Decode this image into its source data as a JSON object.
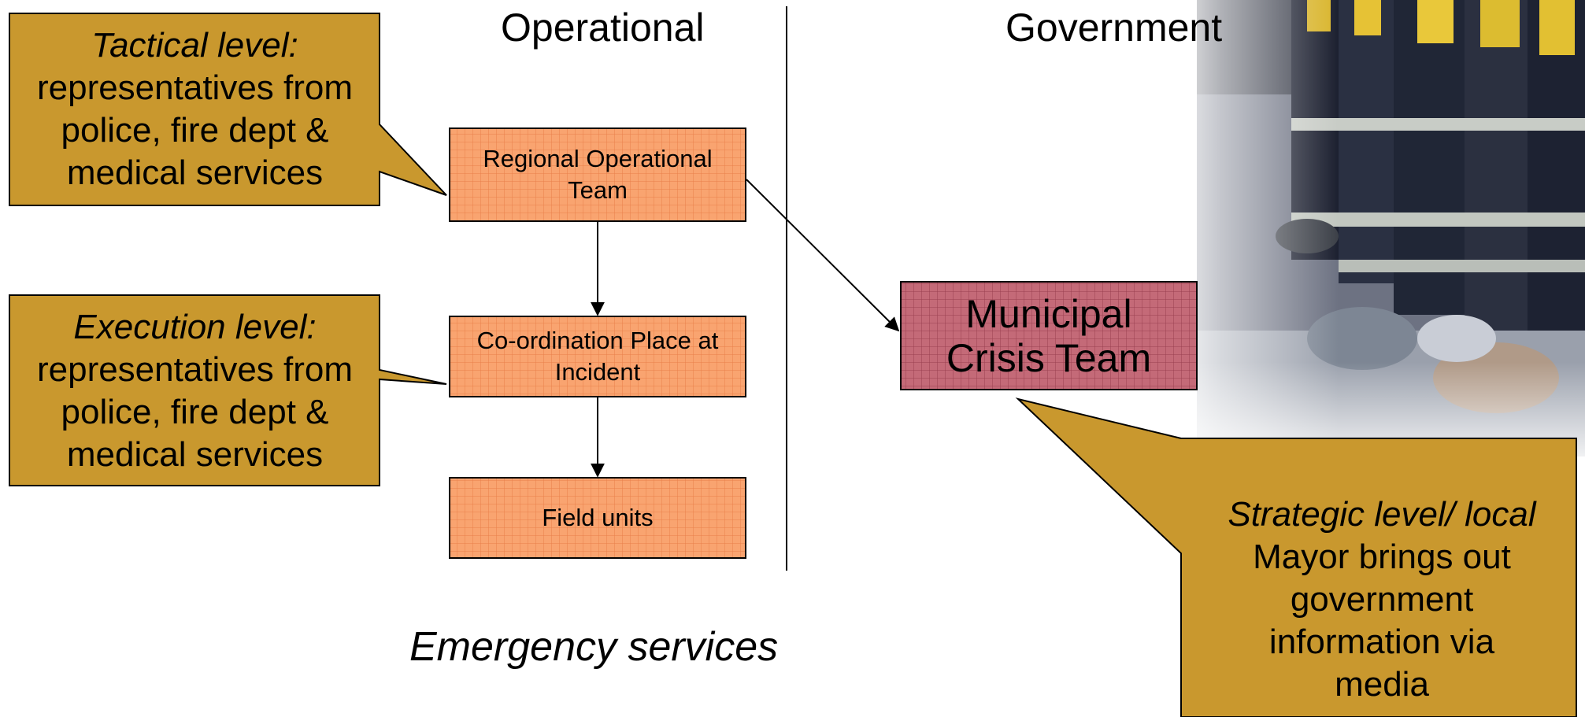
{
  "headings": {
    "operational": "Operational",
    "government": "Government"
  },
  "footer": "Emergency services",
  "callouts": {
    "tactical": {
      "level": "Tactical level:",
      "description": "representatives from police, fire dept & medical services"
    },
    "execution": {
      "level": "Execution level:",
      "description": "representatives from police, fire dept & medical services"
    },
    "strategic": {
      "level": "Strategic level/ local",
      "description": "Mayor brings out government information via media"
    }
  },
  "boxes": {
    "regional": "Regional Operational Team",
    "coordination": "Co-ordination Place at Incident",
    "field": "Field units",
    "municipal": "Municipal Crisis Team"
  },
  "colors": {
    "callout_fill": "#c9982e",
    "box_orange": "#f9a470",
    "box_red": "#c06070"
  }
}
